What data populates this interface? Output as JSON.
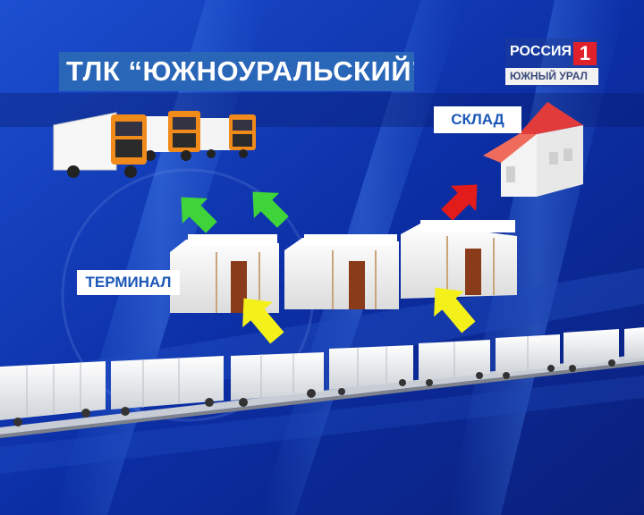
{
  "title": "ТЛК “ЮЖНОУРАЛЬСКИЙ”",
  "labels": {
    "warehouse": "СКЛАД",
    "terminal": "ТЕРМИНАЛ"
  },
  "logo": {
    "name": "РОССИЯ",
    "number": "1",
    "region": "ЮЖНЫЙ УРАЛ"
  },
  "colors": {
    "background": "#0a2a9c",
    "title_plate": "#2a66b8",
    "label_text": "#1b57b6",
    "arrow_green": "#3ed43a",
    "arrow_red": "#e21b1b",
    "arrow_yellow": "#f4f01a",
    "truck_cab": "#f08a1a",
    "logo_red": "#e0202a"
  },
  "icons": [
    "truck-icon",
    "warehouse-icon",
    "terminal-building",
    "railcar-icon",
    "arrow-icon"
  ]
}
